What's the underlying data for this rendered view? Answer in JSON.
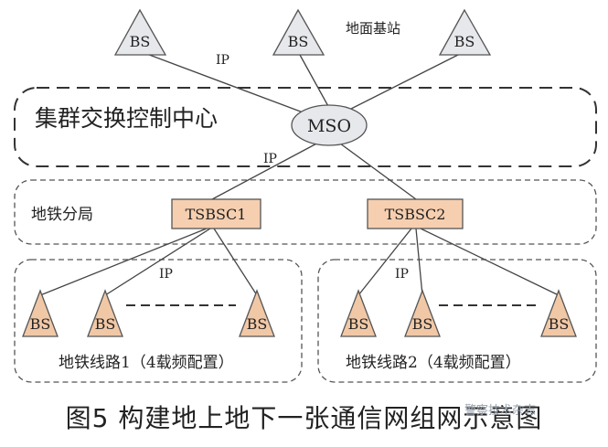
{
  "top": {
    "ground_label": "地面基站",
    "bs_label": "BS",
    "ip_label": "IP"
  },
  "cluster": {
    "title": "集群交换控制中心",
    "mso_label": "MSO",
    "ip_label": "IP"
  },
  "subway_bureau": {
    "title": "地铁分局",
    "tsbsc1": "TSBSC1",
    "tsbsc2": "TSBSC2"
  },
  "line1": {
    "label": "地铁线路1（4载频配置）",
    "ip_label": "IP",
    "bs_label": "BS"
  },
  "line2": {
    "label": "地铁线路2（4载频配置）",
    "ip_label": "IP",
    "bs_label": "BS"
  },
  "caption": "图5  构建地上地下一张通信网组网示意图",
  "watermark": "警察技术杂志",
  "colors": {
    "ground_bs_fill": "#e6e8ec",
    "subway_bs_fill": "#f1c8a6",
    "tsbsc_fill": "#f6cfb0",
    "mso_fill": "#e6e8ec"
  }
}
